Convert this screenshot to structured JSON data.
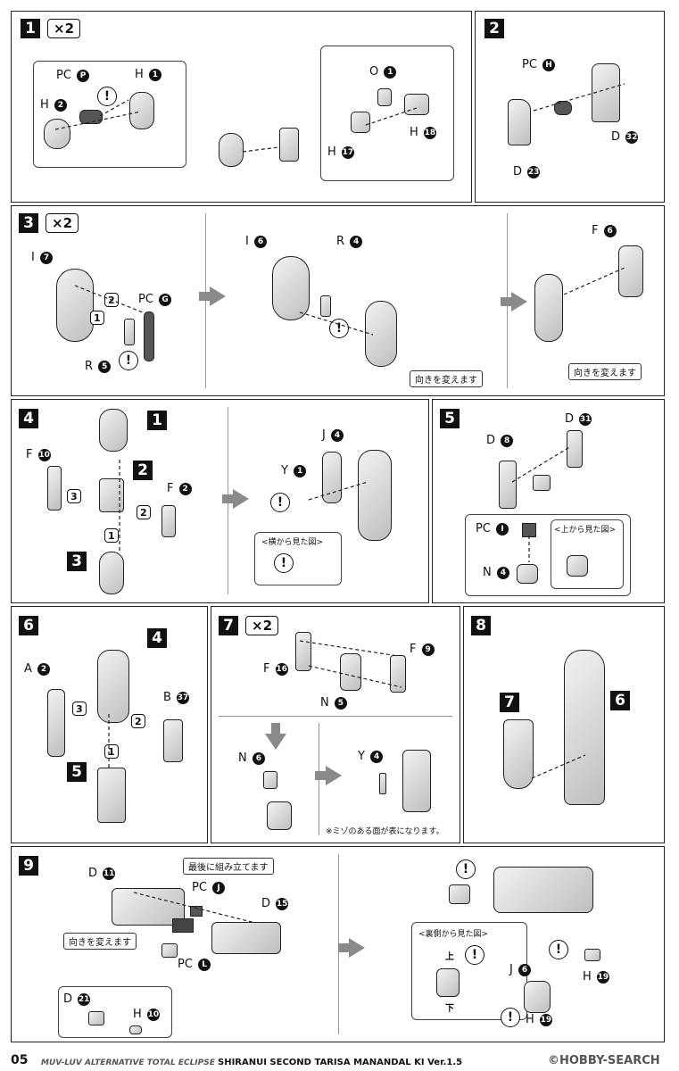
{
  "steps": [
    {
      "num": "1",
      "mult": "×2"
    },
    {
      "num": "2"
    },
    {
      "num": "3",
      "mult": "×2"
    },
    {
      "num": "4"
    },
    {
      "num": "5"
    },
    {
      "num": "6"
    },
    {
      "num": "7",
      "mult": "×2"
    },
    {
      "num": "8"
    },
    {
      "num": "9"
    }
  ],
  "s1": {
    "pc": "PC",
    "pc_id": "P",
    "h1": "H",
    "h1_id": "1",
    "h2": "H",
    "h2_id": "2",
    "o": "O",
    "o_id": "1",
    "h17": "H",
    "h17_id": "17",
    "h18": "H",
    "h18_id": "18",
    "warn": "!"
  },
  "s2": {
    "pc": "PC",
    "pc_id": "H",
    "d32": "D",
    "d32_id": "32",
    "d23": "D",
    "d23_id": "23"
  },
  "s3": {
    "i": "I",
    "i_id": "7",
    "pc": "PC",
    "pc_id": "G",
    "r": "R",
    "r_id": "5",
    "i6": "I",
    "i6_id": "6",
    "r4": "R",
    "r4_id": "4",
    "f": "F",
    "f_id": "6",
    "order1": "1",
    "order2": "2",
    "note1": "向きを変えます",
    "note2": "向きを変えます"
  },
  "s4": {
    "f10": "F",
    "f10_id": "10",
    "f2": "F",
    "f2_id": "2",
    "y": "Y",
    "y_id": "1",
    "j": "J",
    "j_id": "4",
    "sub_title": "<横から見た図>",
    "b1": "1",
    "b2": "2",
    "b3": "3",
    "o1": "1",
    "o2": "2",
    "o3": "3"
  },
  "s5": {
    "d8": "D",
    "d8_id": "8",
    "d31": "D",
    "d31_id": "31",
    "pc": "PC",
    "pc_id": "I",
    "n": "N",
    "n_id": "4",
    "sub_title": "<上から見た図>"
  },
  "s6": {
    "a": "A",
    "a_id": "2",
    "b": "B",
    "b_id": "37",
    "b4": "4",
    "b5": "5",
    "o1": "1",
    "o2": "2",
    "o3": "3"
  },
  "s7": {
    "f16": "F",
    "f16_id": "16",
    "f9": "F",
    "f9_id": "9",
    "n5": "N",
    "n5_id": "5",
    "n6": "N",
    "n6_id": "6",
    "y": "Y",
    "y_id": "4",
    "note": "※ミゾのある面が表になります。"
  },
  "s8": {
    "b7": "7",
    "b6": "6"
  },
  "s9": {
    "d11": "D",
    "d11_id": "11",
    "pcj": "PC",
    "pcj_id": "J",
    "d15": "D",
    "d15_id": "15",
    "pcl": "PC",
    "pcl_id": "L",
    "d21": "D",
    "d21_id": "21",
    "h10": "H",
    "h10_id": "10",
    "note_last": "最後に組み立てます",
    "note_turn": "向きを変えます",
    "j6": "J",
    "j6_id": "6",
    "h19a": "H",
    "h19a_id": "19",
    "h19b": "H",
    "h19b_id": "19",
    "sub_title": "<裏側から見た図>",
    "up": "上",
    "down": "下"
  },
  "footer": {
    "page": "05",
    "series": "MUV-LUV ALTERNATIVE TOTAL ECLIPSE",
    "title": "SHIRANUI SECOND TARISA MANANDAL KI Ver.1.5",
    "watermark": "©HOBBY-SEARCH"
  }
}
